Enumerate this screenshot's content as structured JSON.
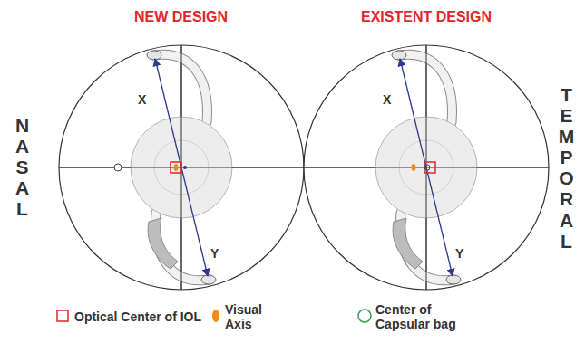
{
  "diagram": {
    "labels": [
      "NEW DESIGN",
      "EXISTENT DESIGN",
      "NASAL",
      "TEMPORAL",
      "X",
      "Y",
      "X",
      "Y"
    ],
    "legend": [
      {
        "text": "Optical Center of IOL"
      },
      {
        "text": "Visual Axis"
      },
      {
        "text": "Center of Capsular bag"
      }
    ]
  }
}
